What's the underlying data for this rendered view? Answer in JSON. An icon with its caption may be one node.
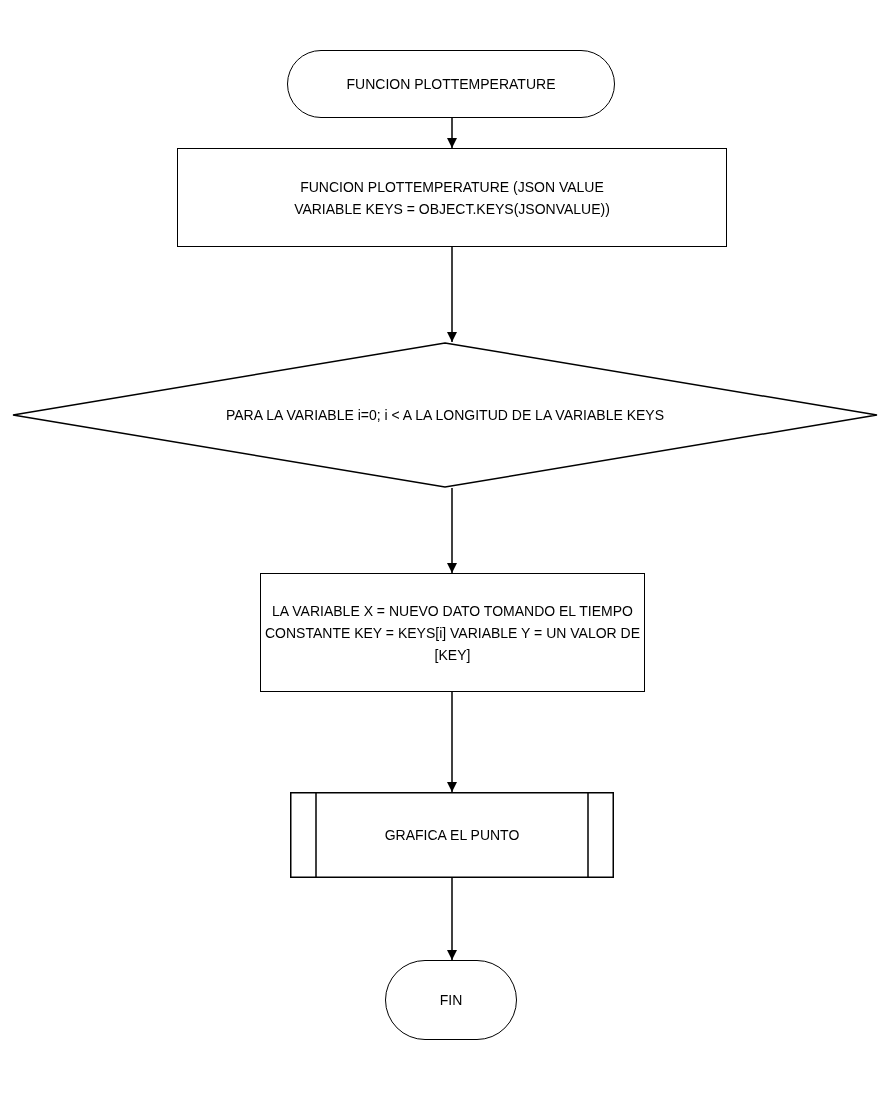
{
  "diagram": {
    "nodes": [
      {
        "text": [
          "FUNCION PLOTTEMPERATURE"
        ]
      },
      {
        "text": [
          "FUNCION PLOTTEMPERATURE (JSON VALUE VARIABLE KEYS = OBJECT.KEYS(JSONVALUE))"
        ]
      },
      {
        "text": [
          "PARA LA VARIABLE i=0; i < A LA LONGITUD DE LA VARIABLE KEYS"
        ]
      },
      {
        "text": [
          "LA VARIABLE X = NUEVO DATO TOMANDO EL TIEMPO CONSTANTE KEY = KEYS[i] VARIABLE Y = UN VALOR DE [KEY]"
        ]
      },
      {
        "text": [
          "GRAFICA EL PUNTO"
        ]
      },
      {
        "text": [
          "FIN"
        ]
      }
    ],
    "edges": [
      {
        "from": 0,
        "to": 1,
        "arrow": "to"
      },
      {
        "from": 1,
        "to": 2,
        "arrow": "to"
      },
      {
        "from": 2,
        "to": 3,
        "arrow": "to"
      },
      {
        "from": 3,
        "to": 4,
        "arrow": "to"
      },
      {
        "from": 4,
        "to": 5,
        "arrow": "to"
      }
    ]
  }
}
